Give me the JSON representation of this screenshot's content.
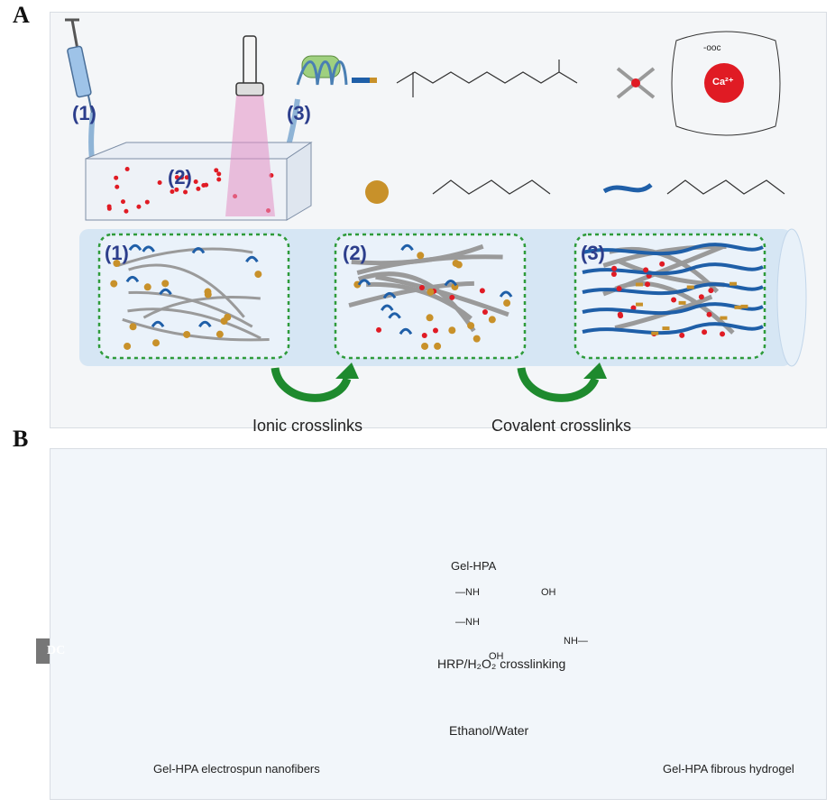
{
  "panels": {
    "a": {
      "letter": "A"
    },
    "b": {
      "letter": "B"
    }
  },
  "panel_a": {
    "steps_top": [
      "(1)",
      "(2)",
      "(3)"
    ],
    "steps_box": [
      "(1)",
      "(2)",
      "(3)"
    ],
    "ionic_label": "Ionic crosslinks",
    "covalent_label": "Covalent crosslinks",
    "ion_label": "Ca²⁺",
    "coo_label": "-ooc"
  },
  "panel_b": {
    "dc_label": "DC",
    "gel_hpa_label": "Gel-HPA",
    "nh_label_1": "—NH",
    "oh_label_1": "OH",
    "nh_label_2": "—NH",
    "oh_label_2": "OH",
    "nh_label_3": "NH—",
    "crosslink_label": "HRP/H₂O₂ crosslinking",
    "dish_label": "Ethanol/Water",
    "left_caption": "Gel-HPA electrospun nanofibers",
    "right_caption": "Gel-HPA fibrous hydrogel"
  },
  "colors": {
    "fiber_blue": "#1f5fa8",
    "gold": "#c8912a",
    "ion_red": "#e01b24",
    "arrow_green": "#1e8a2e",
    "box_green": "#2e9b3a"
  }
}
